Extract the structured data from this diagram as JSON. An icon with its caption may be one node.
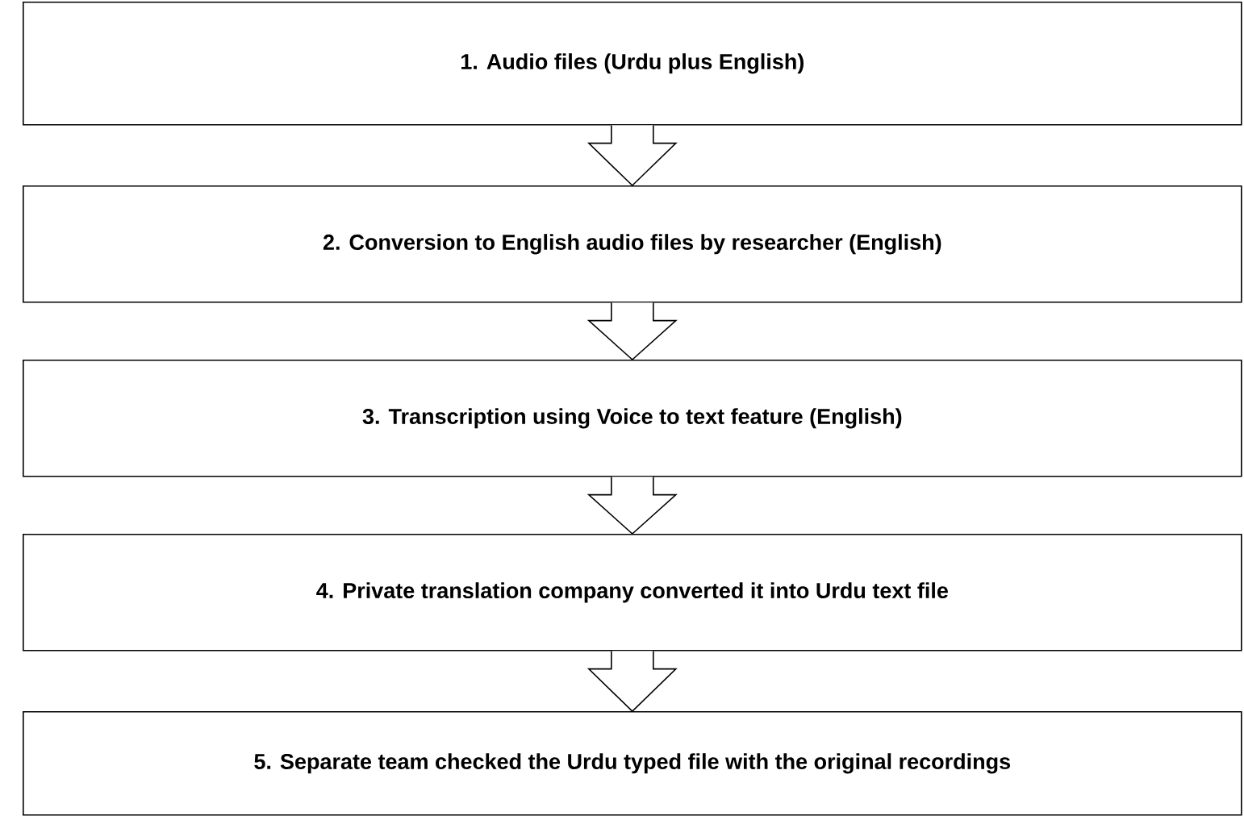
{
  "diagram": {
    "nodes": [
      {
        "text": [
          "1. Audio files (Urdu plus English)"
        ]
      },
      {
        "text": [
          "2. Conversion to English audio files by researcher (English)"
        ]
      },
      {
        "text": [
          "3. Transcription using Voice to text feature (English)"
        ]
      },
      {
        "text": [
          "4. Private translation company converted it into Urdu text file"
        ]
      },
      {
        "text": [
          "5. Separate team checked the Urdu typed file with the original recordings"
        ]
      }
    ],
    "edges": [
      {
        "from": 0,
        "to": 1,
        "arrow": "to"
      },
      {
        "from": 1,
        "to": 2,
        "arrow": "to"
      },
      {
        "from": 2,
        "to": 3,
        "arrow": "to"
      },
      {
        "from": 3,
        "to": 4,
        "arrow": "to"
      }
    ]
  }
}
